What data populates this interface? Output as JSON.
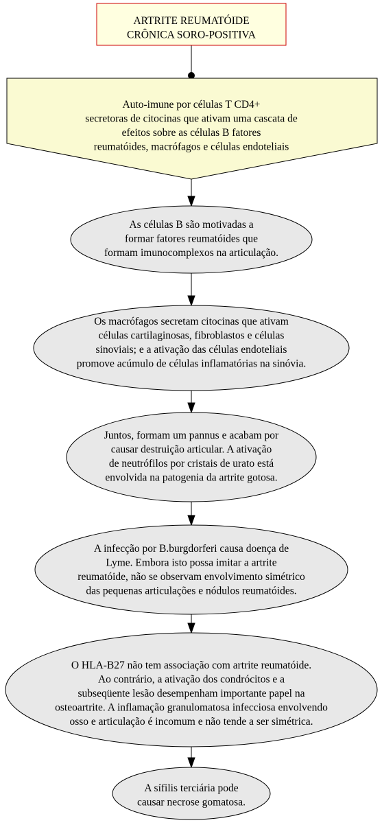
{
  "colors": {
    "title_fill": "#ffffe0",
    "title_stroke": "#cc0000",
    "pentagon_fill": "#fafad2",
    "ellipse_fill": "#e8e8e8",
    "stroke": "#000000",
    "text": "#000000"
  },
  "nodes": [
    {
      "id": "title",
      "shape": "box",
      "lines": [
        "ARTRITE REUMATÓIDE",
        "CRÔNICA SORO-POSITIVA"
      ]
    },
    {
      "id": "autoimmune",
      "shape": "pentagon",
      "lines": [
        "Auto-imune por células T CD4+",
        "secretoras de citocinas que ativam uma cascata de",
        "efeitos sobre as células B fatores",
        "reumatóides, macrófagos e células endoteliais"
      ]
    },
    {
      "id": "b-cells",
      "shape": "ellipse",
      "lines": [
        "As células B são motivadas a",
        "formar fatores reumatóides que",
        "formam imunocomplexos na articulação."
      ]
    },
    {
      "id": "macrophages",
      "shape": "ellipse",
      "lines": [
        "Os macrófagos secretam citocinas que ativam",
        "células cartilaginosas, fibroblastos e células",
        "sinoviais; e a ativação das células endoteliais",
        "promove acúmulo de células inflamatórias na sinóvia."
      ]
    },
    {
      "id": "pannus",
      "shape": "ellipse",
      "lines": [
        "Juntos, formam um pannus e acabam por",
        "causar destruição articular. A ativação",
        "de neutrófilos por cristais de urato está",
        "envolvida na patogenia da artrite gotosa."
      ]
    },
    {
      "id": "lyme",
      "shape": "ellipse",
      "lines": [
        "A infecção por B.burgdorferi causa doença de",
        "Lyme. Embora isto possa imitar a artrite",
        "reumatóide, não se observam envolvimento simétrico",
        "das pequenas articulações e nódulos reumatóides."
      ]
    },
    {
      "id": "hla",
      "shape": "ellipse",
      "lines": [
        "O HLA-B27 não tem associação com artrite reumatóide.",
        "Ao contrário, a ativação dos condrócitos e a",
        "subseqüente lesão desempenham importante papel na",
        "osteoartrite. A inflamação granulomatosa infecciosa envolvendo",
        "osso e articulação é incomum e não tende a ser simétrica."
      ]
    },
    {
      "id": "syphilis",
      "shape": "ellipse",
      "lines": [
        "A sífilis terciária pode",
        "causar necrose gomatosa."
      ]
    }
  ],
  "edges": [
    {
      "from": "title",
      "to": "autoimmune",
      "tail": "dot"
    },
    {
      "from": "autoimmune",
      "to": "b-cells",
      "tail": "arrow"
    },
    {
      "from": "b-cells",
      "to": "macrophages",
      "tail": "arrow"
    },
    {
      "from": "macrophages",
      "to": "pannus",
      "tail": "arrow"
    },
    {
      "from": "pannus",
      "to": "lyme",
      "tail": "arrow"
    },
    {
      "from": "lyme",
      "to": "hla",
      "tail": "arrow"
    },
    {
      "from": "hla",
      "to": "syphilis",
      "tail": "arrow"
    }
  ]
}
